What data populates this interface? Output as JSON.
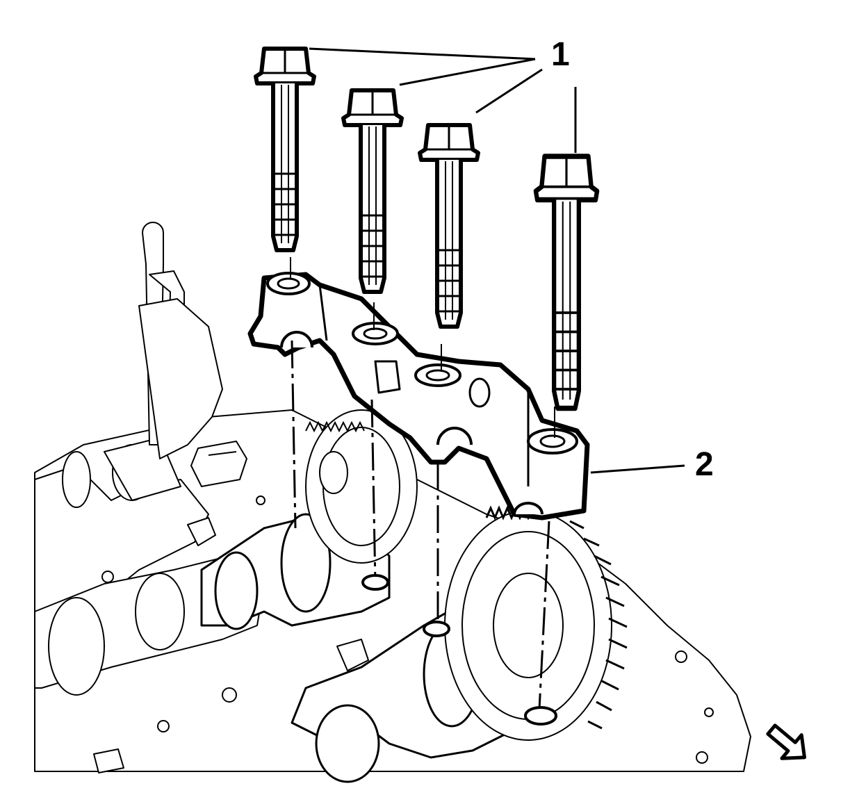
{
  "callouts": [
    {
      "id": "1",
      "label": "1"
    },
    {
      "id": "2",
      "label": "2"
    }
  ],
  "colors": {
    "ink": "#000000",
    "paper": "#ffffff",
    "fill": "#ffffff"
  },
  "icons": {
    "orientation_arrow": "direction-arrow-icon"
  }
}
